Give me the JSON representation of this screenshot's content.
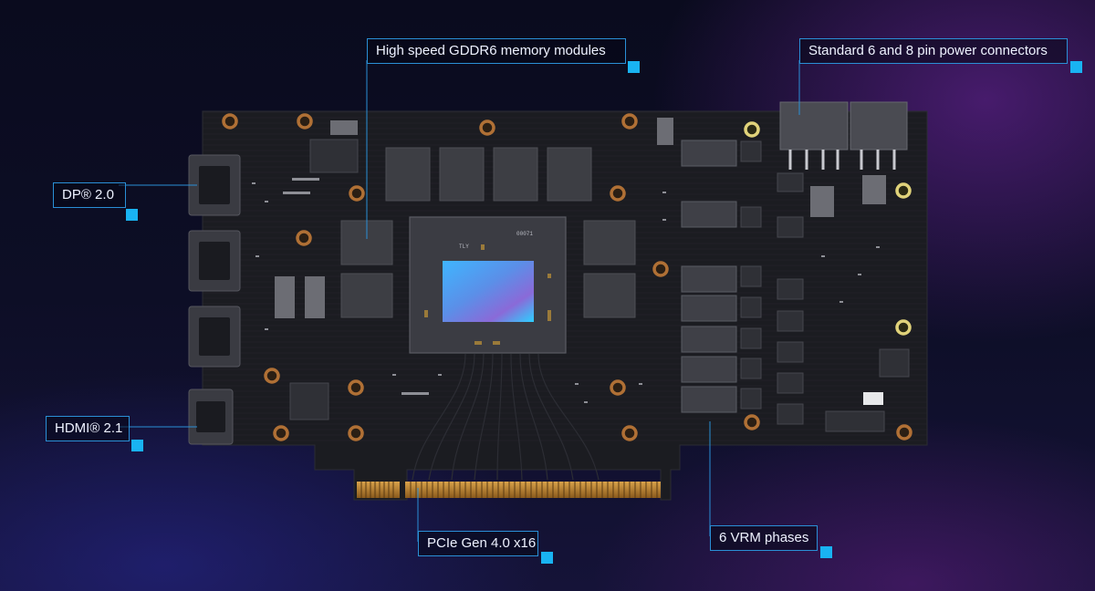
{
  "image": {
    "kind": "graphics card circuit board, top view, annotated",
    "accent_color": "#19b3f2",
    "line_color": "#2a8fd6",
    "board_color": "#1c1d22"
  },
  "gpu": {
    "die_marking": "TLY",
    "package_marking": "00071"
  },
  "callouts": {
    "memory": "High speed GDDR6 memory modules",
    "power": "Standard 6 and 8 pin power connectors",
    "dp": "DP® 2.0",
    "hdmi": "HDMI® 2.1",
    "pcie": "PCIe Gen 4.0 x16",
    "vrm": "6 VRM phases"
  }
}
